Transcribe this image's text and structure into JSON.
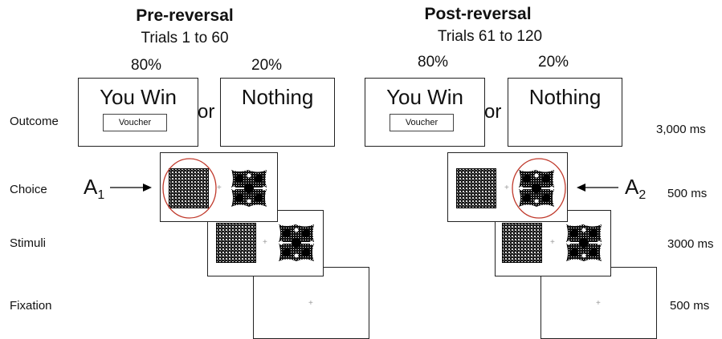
{
  "pre": {
    "title": "Pre-reversal",
    "trials": "Trials 1 to 60",
    "pct_win": "80%",
    "pct_nothing": "20%",
    "win_text": "You Win",
    "voucher": "Voucher",
    "or": "or",
    "nothing_text": "Nothing",
    "pointer_label": "A",
    "pointer_sub": "1"
  },
  "post": {
    "title": "Post-reversal",
    "trials": "Trials 61 to 120",
    "pct_win": "80%",
    "pct_nothing": "20%",
    "win_text": "You Win",
    "voucher": "Voucher",
    "or": "or",
    "nothing_text": "Nothing",
    "pointer_label": "A",
    "pointer_sub": "2"
  },
  "rows": {
    "outcome": "Outcome",
    "choice": "Choice",
    "stimuli": "Stimuli",
    "fixation": "Fixation"
  },
  "durations": {
    "outcome": "3,000 ms",
    "choice": "500 ms",
    "stimuli": "3000 ms",
    "fixation": "500 ms"
  },
  "fixation_mark": "+",
  "colors": {
    "highlight_circle": "#c0392b"
  }
}
